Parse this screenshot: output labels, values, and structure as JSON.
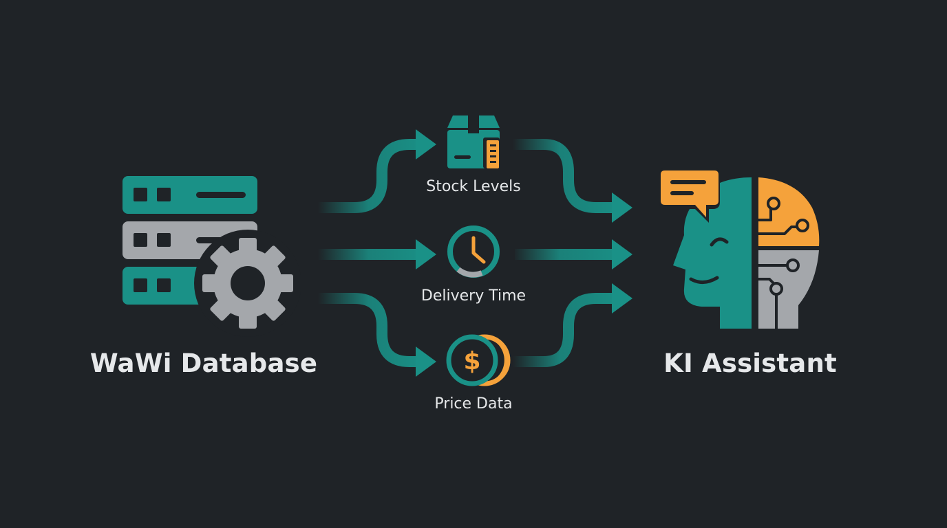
{
  "colors": {
    "background": "#1f2327",
    "teal": "#1a9187",
    "gray": "#a4a7ab",
    "orange": "#f5a23b",
    "dark": "#1f2327",
    "text": "#e6e8ea"
  },
  "source": {
    "label": "WaWi Database",
    "icon": "database-server-gear-icon"
  },
  "target": {
    "label": "KI Assistant",
    "icon": "ai-head-chat-icon"
  },
  "flows": [
    {
      "label": "Stock Levels",
      "icon": "package-box-icon"
    },
    {
      "label": "Delivery Time",
      "icon": "clock-icon"
    },
    {
      "label": "Price Data",
      "icon": "dollar-coin-icon"
    }
  ]
}
